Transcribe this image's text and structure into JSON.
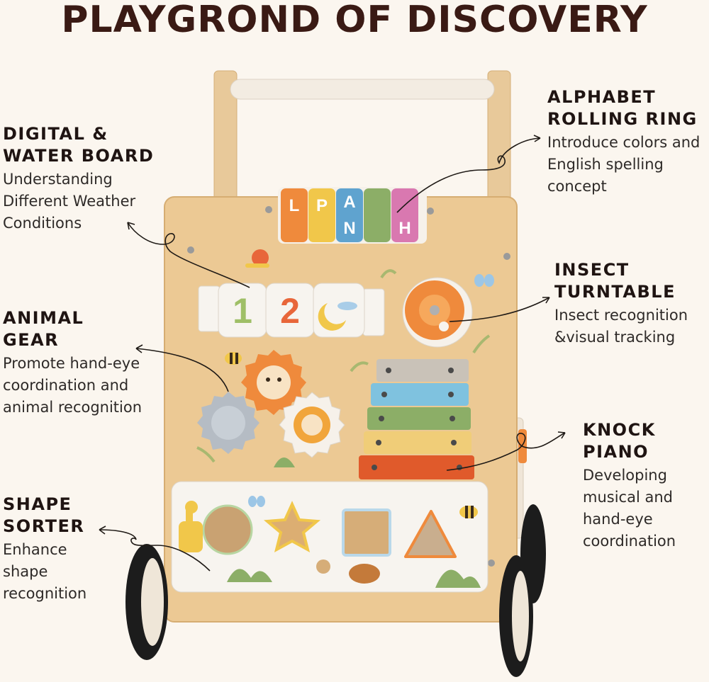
{
  "title": "PLAYGROND OF DISCOVERY",
  "features": {
    "digital_water_board": {
      "heading": "DIGITAL & WATER BOARD",
      "description": "Understanding Different Weather Conditions"
    },
    "animal_gear": {
      "heading": "ANIMAL GEAR",
      "description": "Promote hand-eye coordination and animal recognition"
    },
    "shape_sorter": {
      "heading": "SHAPE SORTER",
      "description": "Enhance shape recognition"
    },
    "alphabet_rolling_ring": {
      "heading": "ALPHABET ROLLING RING",
      "description": "Introduce colors and English spelling concept"
    },
    "insect_turntable": {
      "heading": "INSECT TURNTABLE",
      "description": "Insect recognition &visual tracking"
    },
    "knock_piano": {
      "heading": "KNOCK PIANO",
      "description": "Developing musical and hand-eye coordination"
    }
  },
  "toy": {
    "alphabet_letters": [
      "L",
      "P",
      "A",
      "N",
      "H"
    ],
    "number_tiles": [
      "1",
      "2"
    ],
    "colors": {
      "wood": "#e9c998",
      "wood_dark": "#d9b27a",
      "orange": "#ef8a3c",
      "yellow": "#f1c74a",
      "blue": "#5fa3cf",
      "green": "#8cae67",
      "pink": "#d978b0",
      "red": "#e05a2b",
      "tire": "#1c1c1c"
    }
  }
}
